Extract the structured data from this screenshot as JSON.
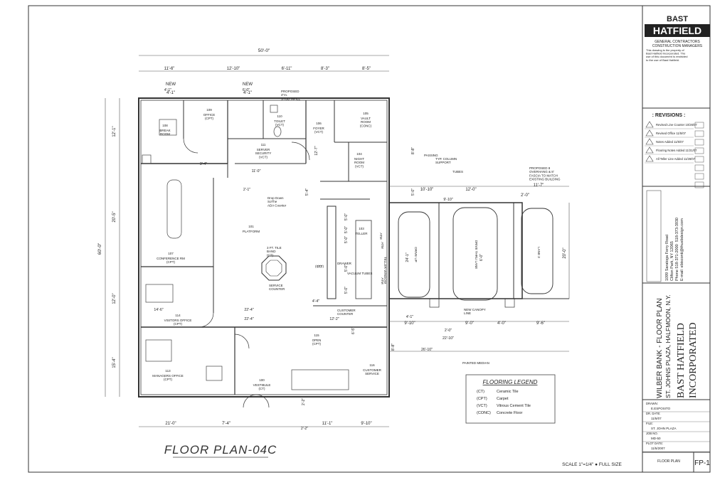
{
  "title_block": {
    "company_logo_top": "BAST",
    "company_logo_main": "HATFIELD",
    "company_subtitle": "GENERAL CONTRACTORS\nCONSTRUCTION MANAGERS",
    "disclaimer": "This drawing is the property of Bast Hatfield Incorporated. The use of this document is restricted to the use of Bast Hatfield.",
    "revisions_heading": ": REVISIONS :",
    "revisions": [
      "Revised Line Counter 10/26/07",
      "Revised Office 11/5/07",
      "Notes Added 11/5/07",
      "Flooring Notes Added 11/21/07",
      "All Teller Line Added 11/28/07"
    ],
    "architect_block": "1099 Saratoga Ferry Road\nClifton Park, NY 12065\nPhone 518-371-2000  518-373-3930\nE-mail: ebisconti@thuebdesign.com",
    "project_title": "WILBER BANK - FLOOR PLAN",
    "project_location": "ST. JOHNS PLAZA, HALFMOON, N.Y.",
    "firm_name_line1": "BAST HATFIELD",
    "firm_name_line2": "INCORPORATED",
    "fields": [
      {
        "label": "DRAWN:",
        "value": "E.ESPOSITO"
      },
      {
        "label": "DR. DATE:",
        "value": "11/5/07"
      },
      {
        "label": "FILE:",
        "value": "ST. JOHN PLAZA"
      },
      {
        "label": "JOB NO.",
        "value": "MD-50"
      },
      {
        "label": "PLOT DATE:",
        "value": "11/5/2007"
      }
    ],
    "floor_plan_label": "FLOOR PLAN",
    "sheet_number": "FP-1"
  },
  "plan": {
    "sheet_title": "FLOOR PLAN-04C",
    "scale_note": "SCALE 1\"=1/4\" ● FULL SIZE",
    "dimensions": {
      "overall_width": "50'-0\"",
      "overall_depth": "60'-0\"",
      "top_row": [
        "11'-6\"",
        "12'-10\"",
        "6'-11\"",
        "8'-3\"",
        "8'-5\""
      ],
      "left_column": [
        "12'-1\"",
        "20'-5\"",
        "12'-0\"",
        "15'-4\""
      ],
      "bottom_row": [
        "21'-0\"",
        "7'-4\"",
        "11'-1\"",
        "9'-10\""
      ],
      "right_canopy": [
        "10'-10\"",
        "12'-0\"",
        "11'-7\"",
        "2'-0\""
      ],
      "canopy_depth": "20'-0\"",
      "canopy_bottom": [
        "9'-10\"",
        "9'-0\"",
        "4'-0\"",
        "9'-6\""
      ],
      "misc": [
        "3'-4\"",
        "2'-1\"",
        "11'-0\"",
        "5'-4\"",
        "5'-0\"",
        "5'-0\"",
        "5'-0\"",
        "5'-0\"",
        "5'-0\"",
        "4'-4\"",
        "22'-4\"",
        "22'-4\"",
        "14'-6\"",
        "12'-2\"",
        "6'-5\"",
        "8'-8\"",
        "2'-0\"",
        "22'-10\"",
        "26'-10\"",
        "2'-2\"",
        "2'-2\"",
        "24'-1\"",
        "6'-0\"",
        "8'-8\"",
        "5'-0\"",
        "12'-7\"",
        "9'-10\"",
        "4'-1\"",
        "4'-1\"",
        "6'-0\""
      ],
      "new_label": "NEW",
      "new_dim_left": "4'-1\"",
      "new_dim_right": "4'-1\""
    },
    "rooms": [
      {
        "id": "break",
        "label": "BREAK\nROOM",
        "num": "108"
      },
      {
        "id": "office_top",
        "label": "OFFICE\n(CPT)",
        "num": "109"
      },
      {
        "id": "toilet",
        "label": "TOILET\n(VCT)",
        "num": "110"
      },
      {
        "id": "foyer",
        "label": "FOYER\n(VCT)",
        "num": "106"
      },
      {
        "id": "vault",
        "label": "VAULT\nROOM\n(CONC)",
        "num": "105"
      },
      {
        "id": "server",
        "label": "SERVER\nSECURITY\n(VCT)",
        "num": "111"
      },
      {
        "id": "night",
        "label": "NIGHT\nROOM\n(VCT)",
        "num": "104"
      },
      {
        "id": "conference",
        "label": "CONFERENCE RM\n(CPT)",
        "num": "107"
      },
      {
        "id": "platform",
        "label": "PLATFORM",
        "num": "101"
      },
      {
        "id": "teller",
        "label": "TELLER",
        "num": "103"
      },
      {
        "id": "visitors",
        "label": "VISITORS OFFICE\n(CPT)",
        "num": "114"
      },
      {
        "id": "open",
        "label": "OPEN\n(CPT)",
        "num": "115"
      },
      {
        "id": "managers",
        "label": "MANAGERS OFFICE\n(CPT)",
        "num": "113"
      },
      {
        "id": "vestibule",
        "label": "VESTIBULE\n(CT)",
        "num": "100"
      },
      {
        "id": "customer_service",
        "label": "CUSTOMER\nSERVICE",
        "num": "116"
      }
    ],
    "notes": [
      "PROPOSED\n4\"m.\nSTUD INFILL",
      "Drop Down\nSoThe\nADA Counter",
      "3 FT. TILE\nBAND\n(CT)",
      "(CT)",
      "SERVICE\nCOUNTER",
      "DRAWER",
      "VACUUM TUBES",
      "CUSTOMER\nCOUNTER",
      "TELLER WINDOW",
      "ATM",
      "(CT)",
      "TYP. COLUMN\nSUPPORT",
      "TUBES",
      "PROPOSED 8\nOVERHANG & 8'\nFASCIA TO MATCH\nEXISTING BUILDING",
      "NEW CANOPY\nLINE",
      "PAINTED MEDIAN",
      "PASSING",
      "ATM",
      "ATM"
    ],
    "lanes": [
      "DRIVE UP",
      "DRIVE THRU LANE",
      "LANE 3"
    ],
    "legend": {
      "title": "FLOORING LEGEND",
      "items": [
        {
          "code": "(CT)",
          "desc": "Ceramic Tile"
        },
        {
          "code": "(CPT)",
          "desc": "Carpet"
        },
        {
          "code": "(VCT)",
          "desc": "Vitrous Cement Tile"
        },
        {
          "code": "(CONC)",
          "desc": "Concrete Floor"
        }
      ]
    }
  }
}
